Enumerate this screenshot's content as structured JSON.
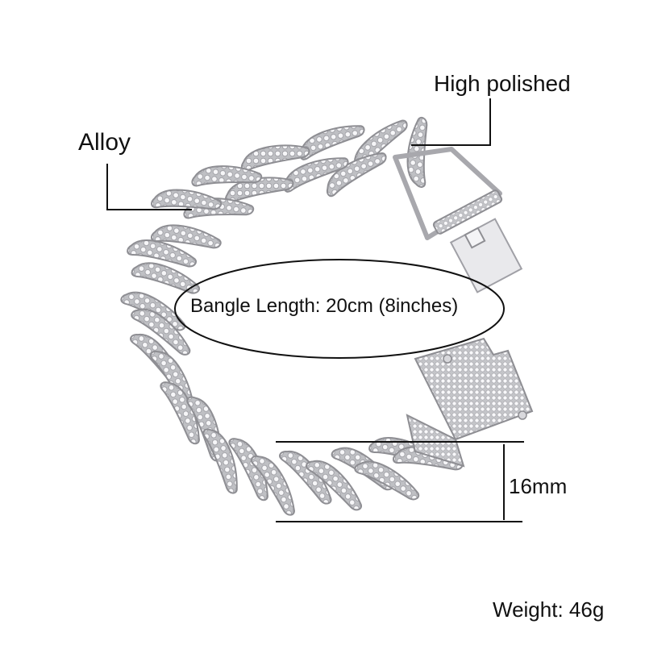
{
  "annotations": {
    "material": "Alloy",
    "finish": "High polished",
    "length": "Bangle Length: 20cm (8inches)",
    "width": "16mm",
    "weight": "Weight: 46g"
  },
  "colors": {
    "background": "#ffffff",
    "line": "#111111",
    "metal": "#c9c9cc",
    "metal_dark": "#8e8e93",
    "stone": "#f4f4f6"
  },
  "product": {
    "type": "iced-out cuban link bracelet with box clasp"
  }
}
